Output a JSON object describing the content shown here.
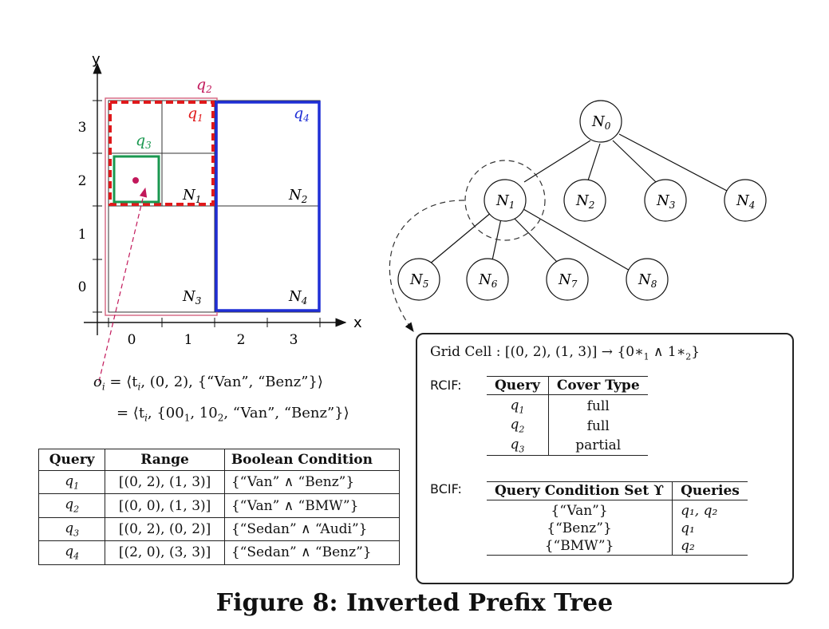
{
  "grid": {
    "axis_x_label": "x",
    "axis_y_label": "y",
    "x_ticks": [
      "0",
      "1",
      "2",
      "3"
    ],
    "y_ticks": [
      "3",
      "2",
      "1",
      "0"
    ],
    "cell_labels": [
      "N",
      "N",
      "N",
      "N"
    ],
    "cell_subs": [
      "1",
      "2",
      "3",
      "4"
    ],
    "queries": [
      {
        "label": "q",
        "sub": "1",
        "color": "#e0191b"
      },
      {
        "label": "q",
        "sub": "2",
        "color": "#c2185b"
      },
      {
        "label": "q",
        "sub": "3",
        "color": "#1a9850"
      },
      {
        "label": "q",
        "sub": "4",
        "color": "#1f2fd6"
      }
    ],
    "point_color": "#c2185b"
  },
  "object": {
    "line1_lhs": "o",
    "line1_lhs_sub": "i",
    "line1_rhs": "= ⟨t",
    "line1_rhs_sub": "i",
    "line1_tail": ", (0, 2), {“Van”, “Benz”}⟩",
    "line2_prefix": "= ⟨t",
    "line2_prefix_sub": "i",
    "line2_a": ", {00",
    "line2_a_sub": "1",
    "line2_b": ", 10",
    "line2_b_sub": "2",
    "line2_tail": ", “Van”, “Benz”}⟩"
  },
  "query_table": {
    "headers": [
      "Query",
      "Range",
      "Boolean Condition"
    ],
    "rows": [
      {
        "q": "q",
        "sub": "1",
        "range": "[(0, 2), (1, 3)]",
        "cond": "{“Van” ∧ “Benz”}"
      },
      {
        "q": "q",
        "sub": "2",
        "range": "[(0, 0), (1, 3)]",
        "cond": "{“Van” ∧ “BMW”}"
      },
      {
        "q": "q",
        "sub": "3",
        "range": "[(0, 2), (0, 2)]",
        "cond": "{“Sedan” ∧ “Audi”}"
      },
      {
        "q": "q",
        "sub": "4",
        "range": "[(2, 0), (3, 3)]",
        "cond": "{“Sedan” ∧ “Benz”}"
      }
    ]
  },
  "tree": {
    "nodes": [
      {
        "label": "N",
        "sub": "0"
      },
      {
        "label": "N",
        "sub": "1"
      },
      {
        "label": "N",
        "sub": "2"
      },
      {
        "label": "N",
        "sub": "3"
      },
      {
        "label": "N",
        "sub": "4"
      },
      {
        "label": "N",
        "sub": "5"
      },
      {
        "label": "N",
        "sub": "6"
      },
      {
        "label": "N",
        "sub": "7"
      },
      {
        "label": "N",
        "sub": "8"
      }
    ]
  },
  "panel": {
    "grid_cell_text": "Grid Cell : [(0, 2), (1, 3)] → {0∗",
    "grid_cell_sub1": "1",
    "grid_cell_mid": " ∧ 1∗",
    "grid_cell_sub2": "2",
    "grid_cell_end": "}",
    "rcif_label": "RCIF:",
    "rcif_headers": [
      "Query",
      "Cover Type"
    ],
    "rcif_rows": [
      {
        "q": "q",
        "sub": "1",
        "type": "full"
      },
      {
        "q": "q",
        "sub": "2",
        "type": "full"
      },
      {
        "q": "q",
        "sub": "3",
        "type": "partial"
      }
    ],
    "bcif_label": "BCIF:",
    "bcif_headers": [
      "Query Condition Set ϒ",
      "Queries"
    ],
    "bcif_rows": [
      {
        "set": "{“Van”}",
        "queries": "q₁, q₂"
      },
      {
        "set": "{“Benz”}",
        "queries": "q₁"
      },
      {
        "set": "{“BMW”}",
        "queries": "q₂"
      }
    ]
  },
  "caption": "Figure 8: Inverted Prefix Tree"
}
